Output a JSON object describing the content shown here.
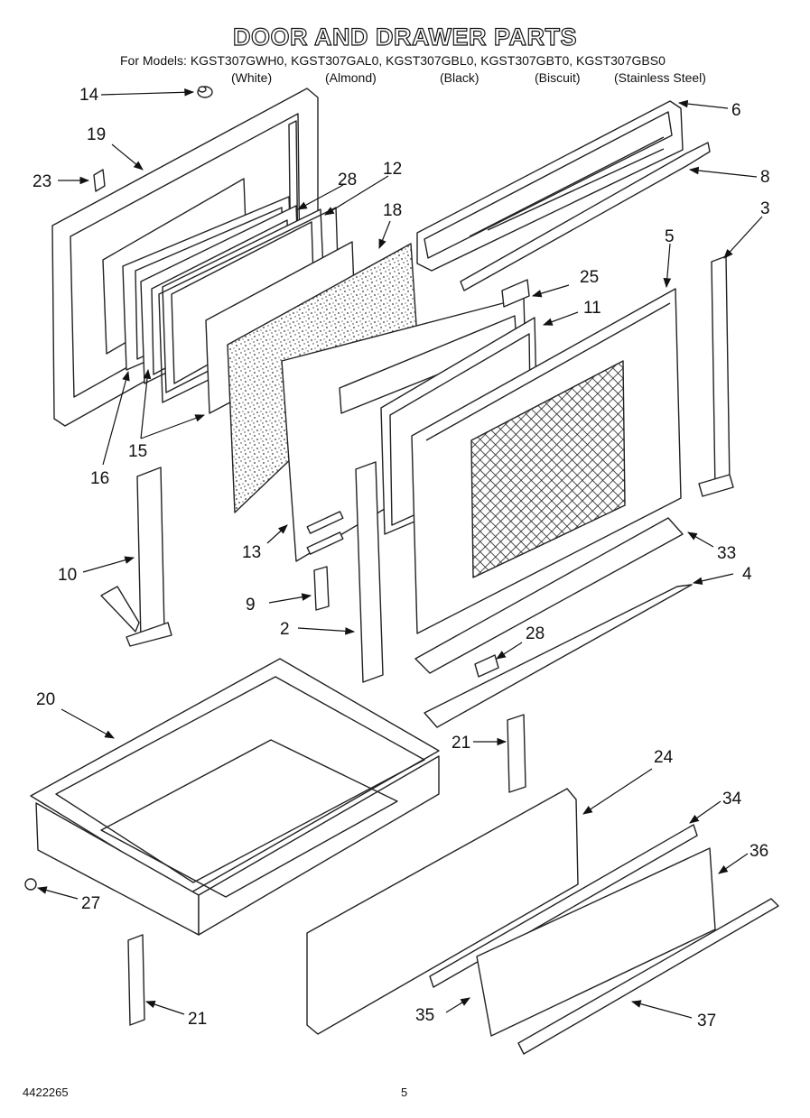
{
  "title": "DOOR AND DRAWER PARTS",
  "models_label": "For Models:",
  "models": [
    "KGST307GWH0,",
    "KGST307GAL0,",
    "KGST307GBL0,",
    "KGST307GBT0,",
    "KGST307GBS0"
  ],
  "colors": [
    "(White)",
    "(Almond)",
    "(Black)",
    "(Biscuit)",
    "(Stainless Steel)"
  ],
  "callouts": [
    "14",
    "19",
    "23",
    "28",
    "12",
    "18",
    "6",
    "8",
    "3",
    "5",
    "25",
    "11",
    "16",
    "15",
    "13",
    "10",
    "9",
    "2",
    "33",
    "4",
    "28",
    "20",
    "21",
    "24",
    "34",
    "36",
    "27",
    "35",
    "21",
    "37"
  ],
  "footer": {
    "part_number": "4422265",
    "page": "5"
  }
}
